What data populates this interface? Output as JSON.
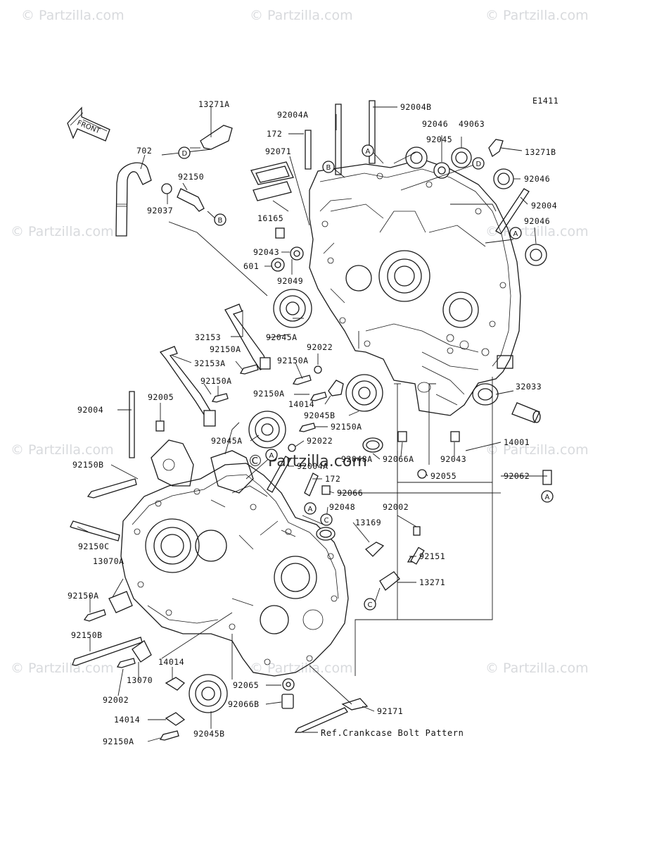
{
  "diagram_code": "E1411",
  "front_label": "FRONT",
  "reference_note": "Ref.Crankcase Bolt Pattern",
  "watermark": "© Partzilla.com",
  "watermark_center": "© Partzilla.com",
  "callout_letters": [
    "A",
    "B",
    "C",
    "D"
  ],
  "labels": [
    {
      "id": "13271A-top",
      "text": "13271A"
    },
    {
      "id": "92004A",
      "text": "92004A"
    },
    {
      "id": "92004B",
      "text": "92004B"
    },
    {
      "id": "172-top",
      "text": "172"
    },
    {
      "id": "92046-a",
      "text": "92046"
    },
    {
      "id": "49063",
      "text": "49063"
    },
    {
      "id": "92071",
      "text": "92071"
    },
    {
      "id": "92045-top",
      "text": "92045"
    },
    {
      "id": "13271B",
      "text": "13271B"
    },
    {
      "id": "702",
      "text": "702"
    },
    {
      "id": "92150-hose",
      "text": "92150"
    },
    {
      "id": "92046-b",
      "text": "92046"
    },
    {
      "id": "92037",
      "text": "92037"
    },
    {
      "id": "16165",
      "text": "16165"
    },
    {
      "id": "92004-r",
      "text": "92004"
    },
    {
      "id": "92046-c",
      "text": "92046"
    },
    {
      "id": "92043-top",
      "text": "92043"
    },
    {
      "id": "601",
      "text": "601"
    },
    {
      "id": "92049",
      "text": "92049"
    },
    {
      "id": "32153",
      "text": "32153"
    },
    {
      "id": "92045A-a",
      "text": "92045A"
    },
    {
      "id": "92150A-a",
      "text": "92150A"
    },
    {
      "id": "92022-a",
      "text": "92022"
    },
    {
      "id": "32153A",
      "text": "32153A"
    },
    {
      "id": "92150A-b",
      "text": "92150A"
    },
    {
      "id": "92150A-c",
      "text": "92150A"
    },
    {
      "id": "32033",
      "text": "32033"
    },
    {
      "id": "92150A-d",
      "text": "92150A"
    },
    {
      "id": "14014-a",
      "text": "14014"
    },
    {
      "id": "92004-l",
      "text": "92004"
    },
    {
      "id": "92005",
      "text": "92005"
    },
    {
      "id": "92045B-a",
      "text": "92045B"
    },
    {
      "id": "92150A-e",
      "text": "92150A"
    },
    {
      "id": "92045A-b",
      "text": "92045A"
    },
    {
      "id": "92022-b",
      "text": "92022"
    },
    {
      "id": "14001",
      "text": "14001"
    },
    {
      "id": "92150B-a",
      "text": "92150B"
    },
    {
      "id": "92004A-mid",
      "text": "92004A"
    },
    {
      "id": "92066A",
      "text": "92066A"
    },
    {
      "id": "92043-mid",
      "text": "92043"
    },
    {
      "id": "92048A",
      "text": "92048A"
    },
    {
      "id": "172-mid",
      "text": "172"
    },
    {
      "id": "92055",
      "text": "92055"
    },
    {
      "id": "92062",
      "text": "92062"
    },
    {
      "id": "92066",
      "text": "92066"
    },
    {
      "id": "92048",
      "text": "92048"
    },
    {
      "id": "92002-a",
      "text": "92002"
    },
    {
      "id": "13169",
      "text": "13169"
    },
    {
      "id": "92150C",
      "text": "92150C"
    },
    {
      "id": "13070A",
      "text": "13070A"
    },
    {
      "id": "92151",
      "text": "92151"
    },
    {
      "id": "13271",
      "text": "13271"
    },
    {
      "id": "92150A-f",
      "text": "92150A"
    },
    {
      "id": "92150B-b",
      "text": "92150B"
    },
    {
      "id": "14014-b",
      "text": "14014"
    },
    {
      "id": "13070",
      "text": "13070"
    },
    {
      "id": "92065",
      "text": "92065"
    },
    {
      "id": "92002-b",
      "text": "92002"
    },
    {
      "id": "92066B",
      "text": "92066B"
    },
    {
      "id": "92171",
      "text": "92171"
    },
    {
      "id": "14014-c",
      "text": "14014"
    },
    {
      "id": "92045B-b",
      "text": "92045B"
    },
    {
      "id": "92150A-g",
      "text": "92150A"
    }
  ]
}
